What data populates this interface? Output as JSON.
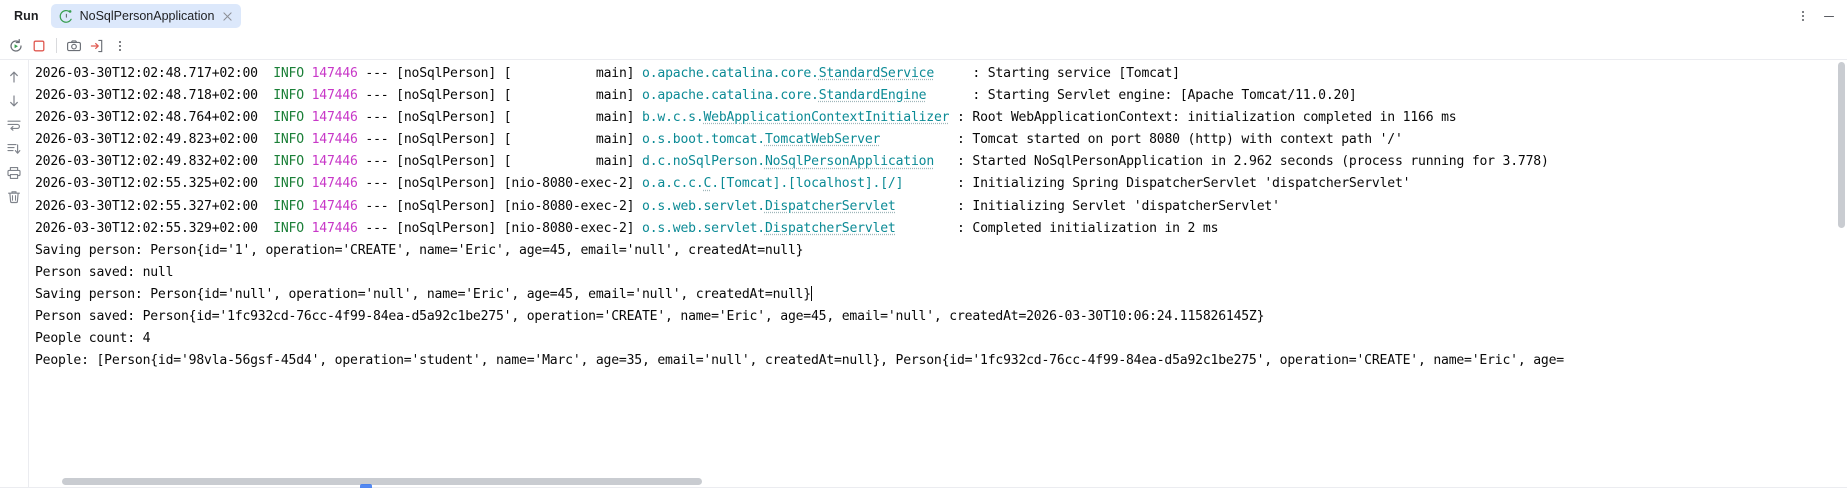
{
  "header": {
    "run_label": "Run",
    "tab": {
      "title": "NoSqlPersonApplication",
      "icon": "spring-boot-run-icon",
      "close_icon": "close-icon"
    },
    "more_icon": "more-vertical-icon",
    "minimize_icon": "minimize-icon"
  },
  "toolbar": {
    "rerun_icon": "rerun-icon",
    "stop_icon": "stop-icon",
    "camera_icon": "camera-icon",
    "export_icon": "export-to-file-icon",
    "more_icon": "more-vertical-icon"
  },
  "gutter": {
    "up_icon": "arrow-up-icon",
    "down_icon": "arrow-down-icon",
    "softwrap_icon": "soft-wrap-icon",
    "scroll_end_icon": "scroll-to-end-icon",
    "print_icon": "print-icon",
    "clear_icon": "trash-icon"
  },
  "colors": {
    "accent": "#3574f0",
    "tab_background": "#dce8fb",
    "level_info": "#1a7f37",
    "pid": "#c838c8",
    "logger": "#0b8a95",
    "text": "#080808"
  },
  "console": {
    "log_lines": [
      {
        "type": "spring",
        "timestamp": "2026-03-30T12:02:48.717+02:00",
        "level": "INFO",
        "pid": "147446",
        "separator": "---",
        "app": "[noSqlPerson]",
        "thread": "[           main]",
        "logger_prefix": "o.apache.catalina.core.",
        "logger_class": "StandardService",
        "logger_pad": "    ",
        "message": ": Starting service [Tomcat]"
      },
      {
        "type": "spring",
        "timestamp": "2026-03-30T12:02:48.718+02:00",
        "level": "INFO",
        "pid": "147446",
        "separator": "---",
        "app": "[noSqlPerson]",
        "thread": "[           main]",
        "logger_prefix": "o.apache.catalina.core.",
        "logger_class": "StandardEngine",
        "logger_pad": "     ",
        "message": ": Starting Servlet engine: [Apache Tomcat/11.0.20]"
      },
      {
        "type": "spring",
        "timestamp": "2026-03-30T12:02:48.764+02:00",
        "level": "INFO",
        "pid": "147446",
        "separator": "---",
        "app": "[noSqlPerson]",
        "thread": "[           main]",
        "logger_prefix": "b.w.c.s.",
        "logger_class": "WebApplicationContextInitializer",
        "logger_pad": "",
        "message": ": Root WebApplicationContext: initialization completed in 1166 ms"
      },
      {
        "type": "spring",
        "timestamp": "2026-03-30T12:02:49.823+02:00",
        "level": "INFO",
        "pid": "147446",
        "separator": "---",
        "app": "[noSqlPerson]",
        "thread": "[           main]",
        "logger_prefix": "o.s.boot.tomcat.",
        "logger_class": "TomcatWebServer",
        "logger_pad": "         ",
        "message": ": Tomcat started on port 8080 (http) with context path '/'"
      },
      {
        "type": "spring",
        "timestamp": "2026-03-30T12:02:49.832+02:00",
        "level": "INFO",
        "pid": "147446",
        "separator": "---",
        "app": "[noSqlPerson]",
        "thread": "[           main]",
        "logger_prefix": "d.c.noSqlPerson.",
        "logger_class": "NoSqlPersonApplication",
        "logger_pad": "  ",
        "message": ": Started NoSqlPersonApplication in 2.962 seconds (process running for 3.778)"
      },
      {
        "type": "spring",
        "timestamp": "2026-03-30T12:02:55.325+02:00",
        "level": "INFO",
        "pid": "147446",
        "separator": "---",
        "app": "[noSqlPerson]",
        "thread": "[nio-8080-exec-2]",
        "logger_prefix": "o.a.c.c.",
        "logger_class": "C",
        "logger_suffix": ".[Tomcat].[localhost].[/]",
        "logger_pad": "      ",
        "message": ": Initializing Spring DispatcherServlet 'dispatcherServlet'"
      },
      {
        "type": "spring",
        "timestamp": "2026-03-30T12:02:55.327+02:00",
        "level": "INFO",
        "pid": "147446",
        "separator": "---",
        "app": "[noSqlPerson]",
        "thread": "[nio-8080-exec-2]",
        "logger_prefix": "o.s.web.servlet.",
        "logger_class": "DispatcherServlet",
        "logger_pad": "       ",
        "message": ": Initializing Servlet 'dispatcherServlet'"
      },
      {
        "type": "spring",
        "timestamp": "2026-03-30T12:02:55.329+02:00",
        "level": "INFO",
        "pid": "147446",
        "separator": "---",
        "app": "[noSqlPerson]",
        "thread": "[nio-8080-exec-2]",
        "logger_prefix": "o.s.web.servlet.",
        "logger_class": "DispatcherServlet",
        "logger_pad": "       ",
        "message": ": Completed initialization in 2 ms"
      },
      {
        "type": "plain",
        "text": "Saving person: Person{id='1', operation='CREATE', name='Eric', age=45, email='null', createdAt=null}"
      },
      {
        "type": "plain",
        "text": "Person saved: null"
      },
      {
        "type": "plain-caret",
        "text": "Saving person: Person{id='null', operation='null', name='Eric', age=45, email='null', createdAt=null}"
      },
      {
        "type": "plain",
        "text": "Person saved: Person{id='1fc932cd-76cc-4f99-84ea-d5a92c1be275', operation='CREATE', name='Eric', age=45, email='null', createdAt=2026-03-30T10:06:24.115826145Z}"
      },
      {
        "type": "plain",
        "text": "People count: 4"
      },
      {
        "type": "plain",
        "text": "People: [Person{id='98vla-56gsf-45d4', operation='student', name='Marc', age=35, email='null', createdAt=null}, Person{id='1fc932cd-76cc-4f99-84ea-d5a92c1be275', operation='CREATE', name='Eric', age="
      }
    ]
  },
  "scrollbars": {
    "vertical": "vertical-scrollbar",
    "horizontal": "horizontal-scrollbar"
  }
}
